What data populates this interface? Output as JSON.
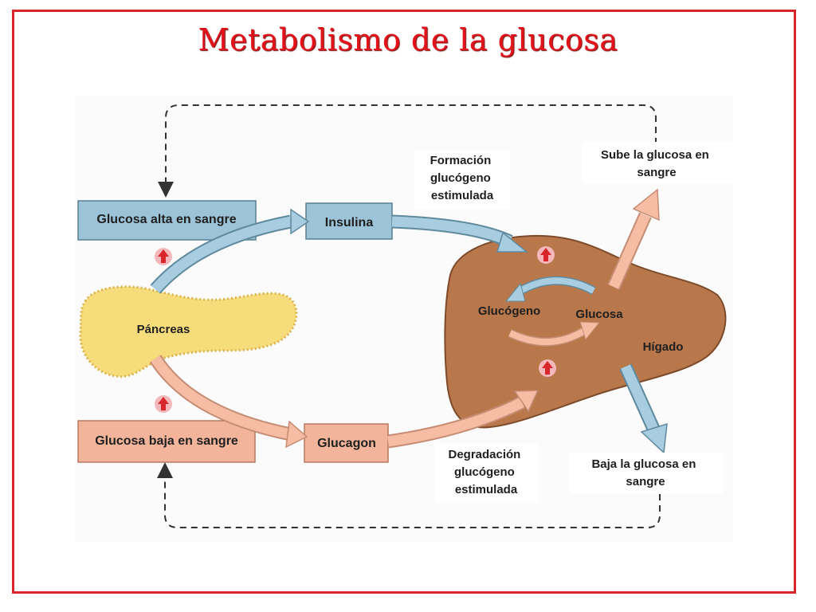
{
  "slide": {
    "title": "Metabolismo de la glucosa"
  },
  "diagram": {
    "high_glucose": "Glucosa alta en sangre",
    "low_glucose": "Glucosa baja en sangre",
    "pancreas": "Páncreas",
    "insulin": "Insulina",
    "glucagon": "Glucagon",
    "formation": [
      "Formación",
      "glucógeno",
      "estimulada"
    ],
    "degradation": [
      "Degradación",
      "glucógeno",
      "estimulada"
    ],
    "rise": [
      "Sube la glucosa en",
      "sangre"
    ],
    "fall": [
      "Baja la glucosa en",
      "sangre"
    ],
    "glycogen": "Glucógeno",
    "glucose": "Glucosa",
    "liver": "Hígado"
  },
  "colors": {
    "frame": "#d9262b",
    "title": "#e3131b",
    "blue_box": "#9cc3d7",
    "salmon_box": "#f2b49a",
    "pancreas": "#f7dc7c",
    "liver": "#b8784b",
    "up_marker": "#d8262b"
  }
}
